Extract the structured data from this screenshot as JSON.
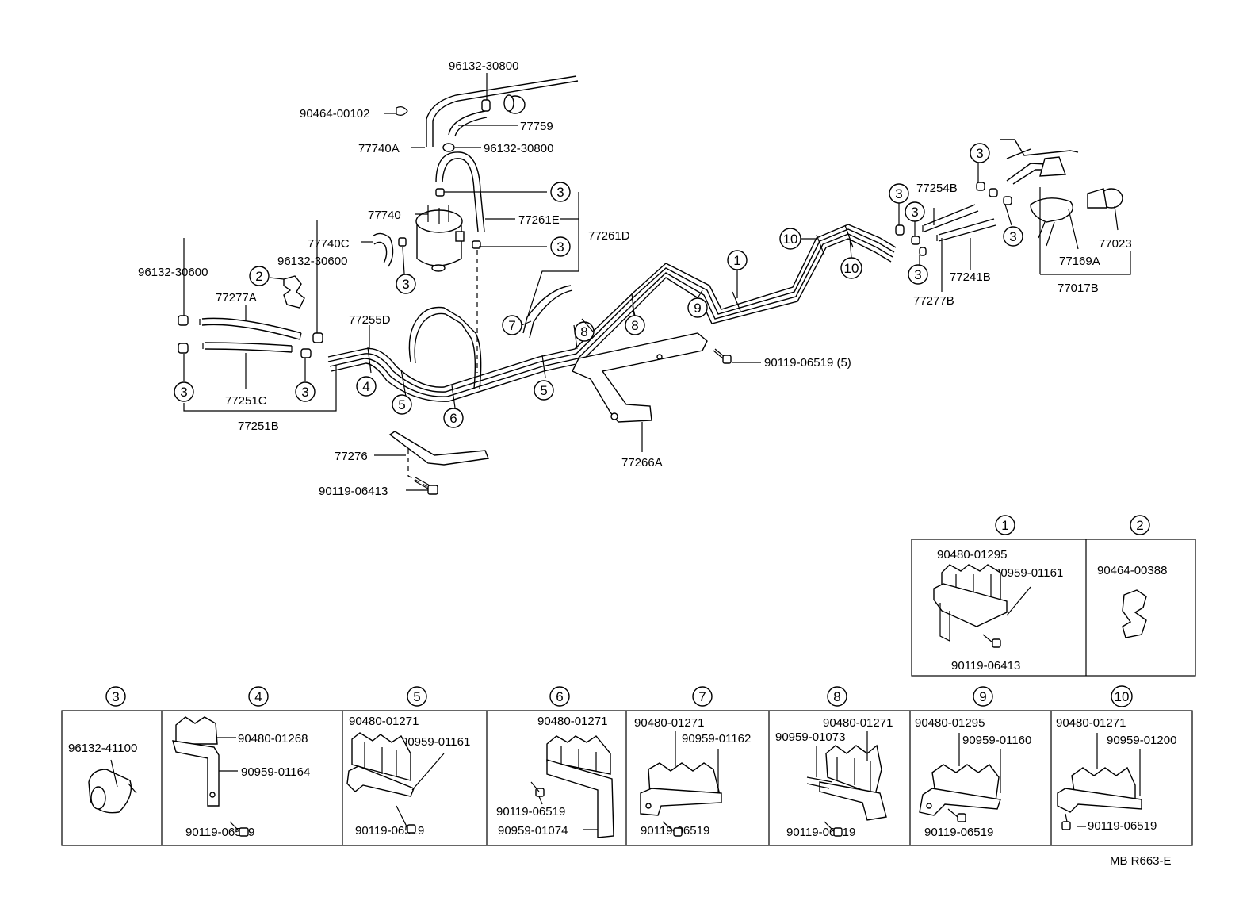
{
  "labels": {
    "p9613230800a": "96132-30800",
    "p9046400102": "90464-00102",
    "p77759": "77759",
    "p77740A": "77740A",
    "p9613230800b": "96132-30800",
    "p77740": "77740",
    "p77261E": "77261E",
    "p77261D": "77261D",
    "p77740C": "77740C",
    "p9613230600a": "96132-30600",
    "p9613230600b": "96132-30600",
    "p77277A": "77277A",
    "p77255D": "77255D",
    "p77251C": "77251C",
    "p77251B": "77251B",
    "p77276": "77276",
    "p9011906413a": "90119-06413",
    "p77266A": "77266A",
    "p9011906519_5": "90119-06519 (5)",
    "p77254B": "77254B",
    "p77241B": "77241B",
    "p77277B": "77277B",
    "p77023": "77023",
    "p77169A": "77169A",
    "p77017B": "77017B"
  },
  "callouts": {
    "c1": "1",
    "c2": "2",
    "c3": "3",
    "c4": "4",
    "c5": "5",
    "c6": "6",
    "c7": "7",
    "c8": "8",
    "c9": "9",
    "c10": "10"
  },
  "detail_boxes": {
    "box1": {
      "num": "1",
      "a": "90480-01295",
      "b": "90959-01161",
      "c": "90119-06413"
    },
    "box2": {
      "num": "2",
      "a": "90464-00388"
    },
    "box3": {
      "num": "3",
      "a": "96132-41100"
    },
    "box4": {
      "num": "4",
      "a": "90480-01268",
      "b": "90959-01164",
      "c": "90119-06519"
    },
    "box5": {
      "num": "5",
      "a": "90480-01271",
      "b": "90959-01161",
      "c": "90119-06519"
    },
    "box6": {
      "num": "6",
      "a": "90480-01271",
      "b": "90119-06519",
      "c": "90959-01074"
    },
    "box7": {
      "num": "7",
      "a": "90480-01271",
      "b": "90959-01162",
      "c": "90119-06519"
    },
    "box8": {
      "num": "8",
      "a": "90480-01271",
      "b": "90959-01073",
      "c": "90119-06519"
    },
    "box9": {
      "num": "9",
      "a": "90480-01295",
      "b": "90959-01160",
      "c": "90119-06519"
    },
    "box10": {
      "num": "10",
      "a": "90480-01271",
      "b": "90959-01200",
      "c": "90119-06519"
    }
  },
  "footer_code": "MB R663-E"
}
